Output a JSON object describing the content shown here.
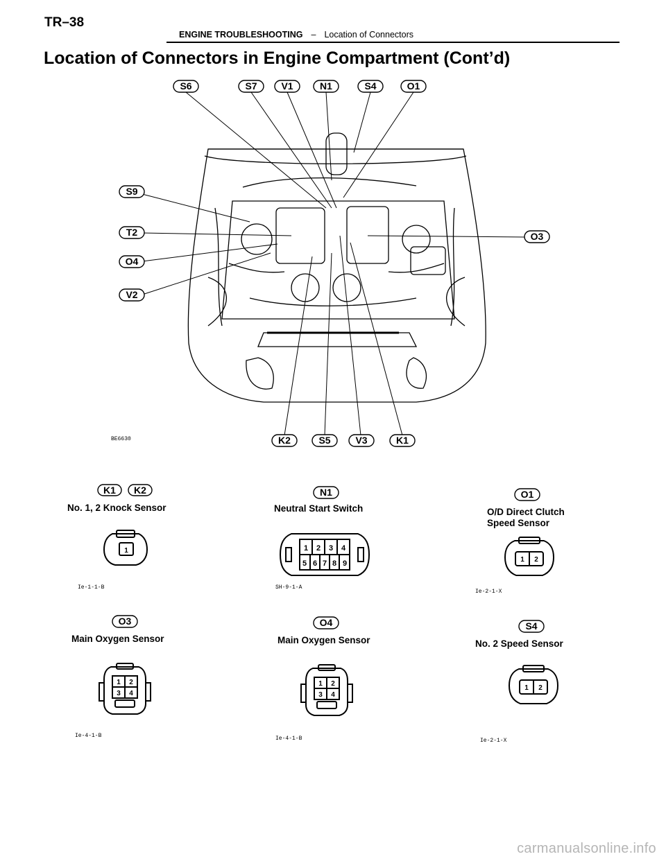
{
  "header": {
    "page_number": "TR–38",
    "section": "ENGINE TROUBLESHOOTING",
    "separator": "–",
    "subsection": "Location of Connectors"
  },
  "title": "Location of Connectors in Engine Compartment (Cont’d)",
  "diagram": {
    "code": "BE6630",
    "top_labels": [
      "S6",
      "S7",
      "V1",
      "N1",
      "S4",
      "O1"
    ],
    "left_labels": [
      "S9",
      "T2",
      "O4",
      "V2"
    ],
    "right_labels": [
      "O3"
    ],
    "bottom_labels": [
      "K2",
      "S5",
      "V3",
      "K1"
    ]
  },
  "connectors": [
    {
      "codes": [
        "K1",
        "K2"
      ],
      "name": "No. 1, 2 Knock Sensor",
      "name_line2": "",
      "pins": [
        "1"
      ],
      "fig_code": "Ie-1-1-B"
    },
    {
      "codes": [
        "N1"
      ],
      "name": "Neutral Start Switch",
      "name_line2": "",
      "pins": [
        "1",
        "2",
        "3",
        "4",
        "5",
        "6",
        "7",
        "8",
        "9"
      ],
      "fig_code": "SH-9-1-A"
    },
    {
      "codes": [
        "O1"
      ],
      "name": "O/D Direct Clutch",
      "name_line2": "Speed Sensor",
      "pins": [
        "1",
        "2"
      ],
      "fig_code": "Ie-2-1-X"
    },
    {
      "codes": [
        "O3"
      ],
      "name": "Main Oxygen Sensor",
      "name_line2": "",
      "pins": [
        "1",
        "2",
        "3",
        "4"
      ],
      "fig_code": "Ie-4-1-B"
    },
    {
      "codes": [
        "O4"
      ],
      "name": "Main Oxygen Sensor",
      "name_line2": "",
      "pins": [
        "1",
        "2",
        "3",
        "4"
      ],
      "fig_code": "Ie-4-1-B"
    },
    {
      "codes": [
        "S4"
      ],
      "name": "No. 2 Speed Sensor",
      "name_line2": "",
      "pins": [
        "1",
        "2"
      ],
      "fig_code": "Ie-2-1-X"
    }
  ],
  "watermark": "carmanualsonline.info"
}
